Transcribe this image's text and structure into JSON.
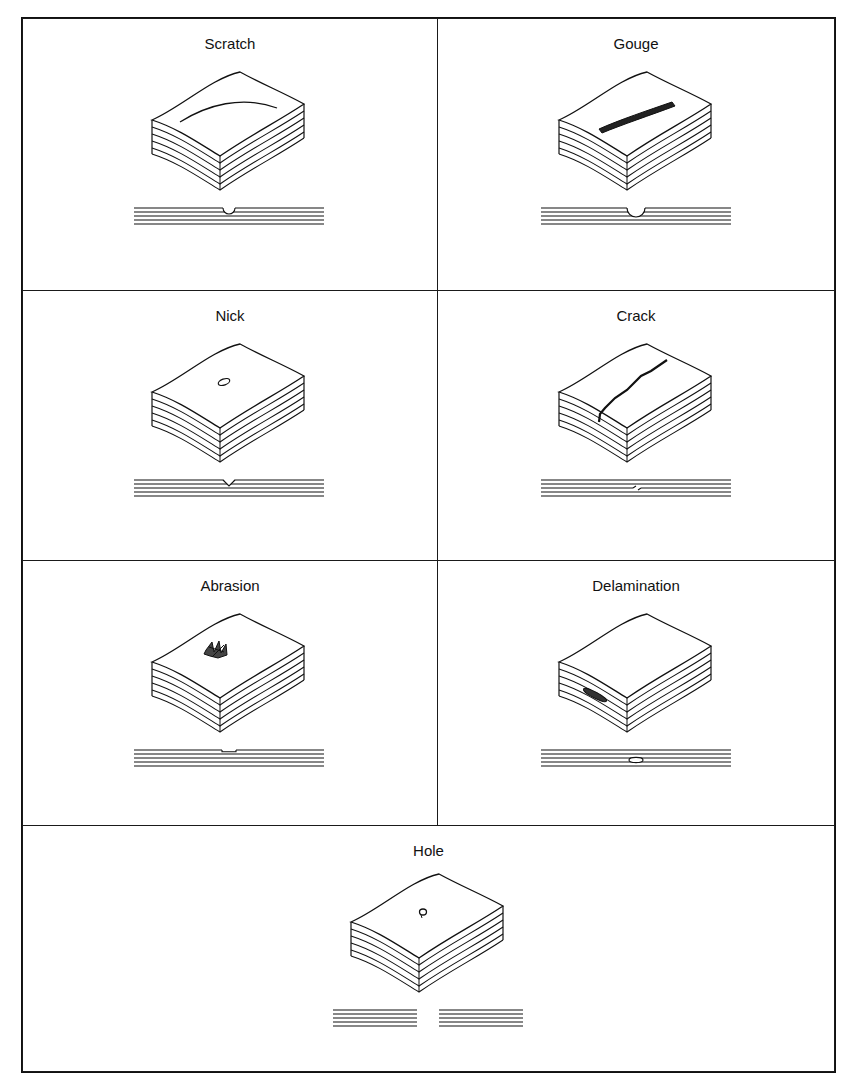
{
  "diagram": {
    "nodes": [
      {
        "text": [
          "Scratch"
        ]
      },
      {
        "text": [
          "Gouge"
        ]
      },
      {
        "text": [
          "Nick"
        ]
      },
      {
        "text": [
          "Crack"
        ]
      },
      {
        "text": [
          "Abrasion"
        ]
      },
      {
        "text": [
          "Delamination"
        ]
      },
      {
        "text": [
          "Hole"
        ]
      }
    ]
  }
}
